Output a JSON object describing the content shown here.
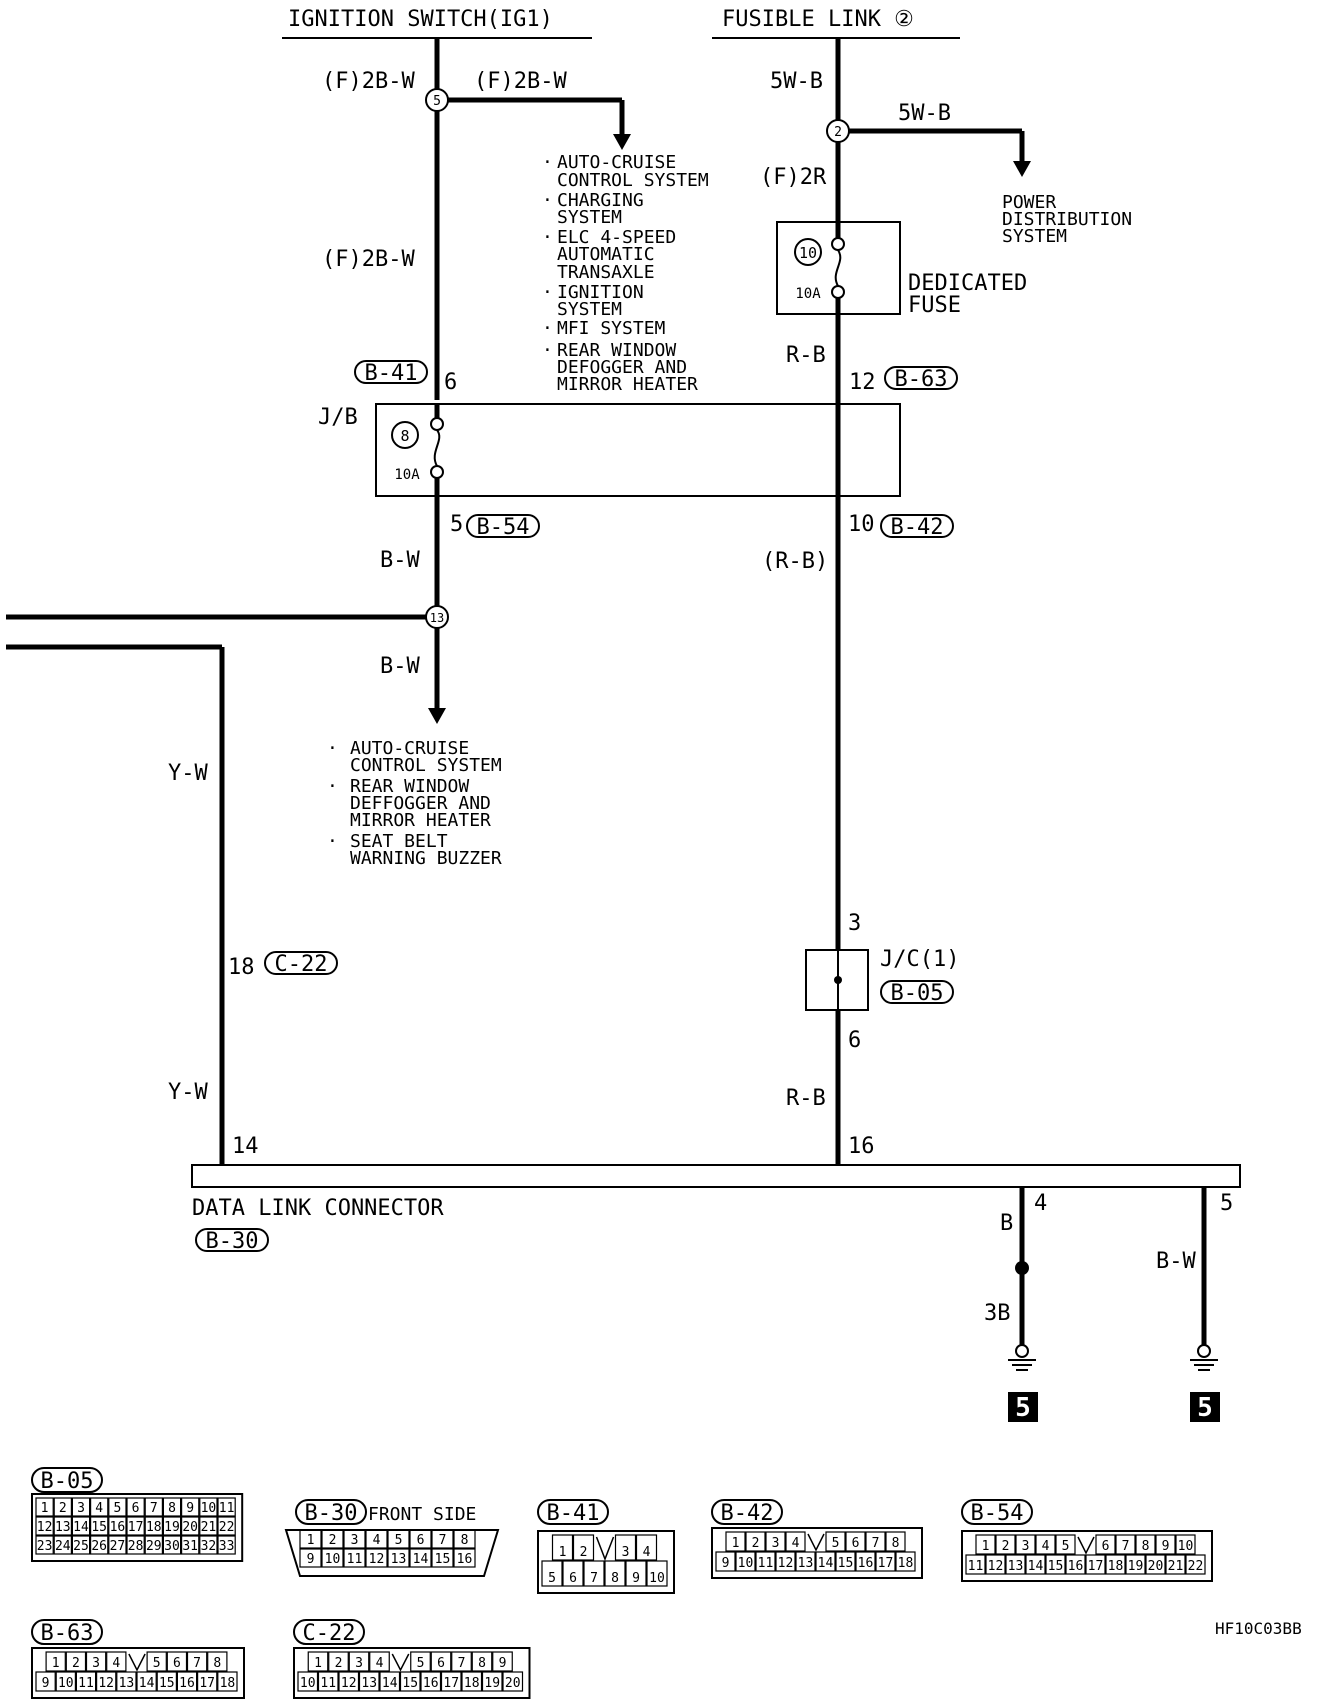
{
  "sources": {
    "ignition_switch": "IGNITION SWITCH(IG1)",
    "fusible_link": "FUSIBLE LINK ②"
  },
  "wires": {
    "ig_top": "(F)2B-W",
    "ig_branch": "(F)2B-W",
    "ig_mid": "(F)2B-W",
    "fl_top": "5W-B",
    "fl_branch": "5W-B",
    "fl_mid": "(F)2R",
    "rb_upper": "R-B",
    "bw_upper": "B-W",
    "bw_lower": "B-W",
    "rb_paren": "(R-B)",
    "yw_upper": "Y-W",
    "yw_lower": "Y-W",
    "rb_lower": "R-B",
    "gnd_b": "B",
    "gnd_3b": "3B",
    "gnd_bw": "B-W"
  },
  "splices": {
    "s5": "5",
    "s2": "2",
    "s13": "13"
  },
  "branch_lists": {
    "upper": [
      "AUTO-CRUISE",
      "CONTROL SYSTEM",
      "CHARGING",
      "SYSTEM",
      "ELC 4-SPEED",
      "AUTOMATIC",
      "TRANSAXLE",
      "IGNITION",
      "SYSTEM",
      "MFI SYSTEM",
      "REAR WINDOW",
      "DEFOGGER AND",
      "MIRROR HEATER"
    ],
    "lower": [
      "AUTO-CRUISE",
      "CONTROL SYSTEM",
      "REAR WINDOW",
      "DEFFOGGER AND",
      "MIRROR HEATER",
      "SEAT BELT",
      "WARNING BUZZER"
    ],
    "power": [
      "POWER",
      "DISTRIBUTION",
      "SYSTEM"
    ]
  },
  "fuses": {
    "dedicated": {
      "number": "10",
      "rating": "10A",
      "label_1": "DEDICATED",
      "label_2": "FUSE"
    },
    "jb": {
      "number": "8",
      "rating": "10A",
      "label": "J/B"
    }
  },
  "connectors": {
    "b41": "B-41",
    "b63": "B-63",
    "b54": "B-54",
    "b42": "B-42",
    "c22": "C-22",
    "b05": "B-05",
    "b30": "B-30"
  },
  "pins": {
    "b41_pin": "6",
    "b63_pin": "12",
    "b54_pin": "5",
    "b42_pin": "10",
    "c22_pin": "18",
    "jc_in": "3",
    "jc_out": "6",
    "dlc_14": "14",
    "dlc_16": "16",
    "dlc_4": "4",
    "dlc_5": "5"
  },
  "jc": {
    "label": "J/C(1)"
  },
  "dlc": {
    "label": "DATA LINK CONNECTOR"
  },
  "ground_ref": "5",
  "connector_views": {
    "b05": {
      "title": "B-05",
      "rows": [
        [
          "1",
          "2",
          "3",
          "4",
          "5",
          "6",
          "7",
          "8",
          "9",
          "10",
          "11"
        ],
        [
          "12",
          "13",
          "14",
          "15",
          "16",
          "17",
          "18",
          "19",
          "20",
          "21",
          "22"
        ],
        [
          "23",
          "24",
          "25",
          "26",
          "27",
          "28",
          "29",
          "30",
          "31",
          "32",
          "33"
        ]
      ]
    },
    "b30": {
      "title": "B-30",
      "suffix": "FRONT SIDE",
      "rows": [
        [
          "1",
          "2",
          "3",
          "4",
          "5",
          "6",
          "7",
          "8"
        ],
        [
          "9",
          "10",
          "11",
          "12",
          "13",
          "14",
          "15",
          "16"
        ]
      ]
    },
    "b41": {
      "title": "B-41",
      "rows": [
        [
          "1",
          "2",
          "",
          "3",
          "4"
        ],
        [
          "5",
          "6",
          "7",
          "8",
          "9",
          "10"
        ]
      ]
    },
    "b42": {
      "title": "B-42",
      "rows": [
        [
          "1",
          "2",
          "3",
          "4",
          "",
          "5",
          "6",
          "7",
          "8"
        ],
        [
          "9",
          "10",
          "11",
          "12",
          "13",
          "14",
          "15",
          "16",
          "17",
          "18"
        ]
      ]
    },
    "b54": {
      "title": "B-54",
      "rows": [
        [
          "1",
          "2",
          "3",
          "4",
          "5",
          "",
          "6",
          "7",
          "8",
          "9",
          "10"
        ],
        [
          "11",
          "12",
          "13",
          "14",
          "15",
          "16",
          "17",
          "18",
          "19",
          "20",
          "21",
          "22"
        ]
      ]
    },
    "b63": {
      "title": "B-63",
      "rows": [
        [
          "1",
          "2",
          "3",
          "4",
          "",
          "5",
          "6",
          "7",
          "8"
        ],
        [
          "9",
          "10",
          "11",
          "12",
          "13",
          "14",
          "15",
          "16",
          "17",
          "18"
        ]
      ]
    },
    "c22": {
      "title": "C-22",
      "rows": [
        [
          "1",
          "2",
          "3",
          "4",
          "",
          "5",
          "6",
          "7",
          "8",
          "9"
        ],
        [
          "10",
          "11",
          "12",
          "13",
          "14",
          "15",
          "16",
          "17",
          "18",
          "19",
          "20"
        ]
      ]
    }
  },
  "figure_code": "HF10C03BB"
}
